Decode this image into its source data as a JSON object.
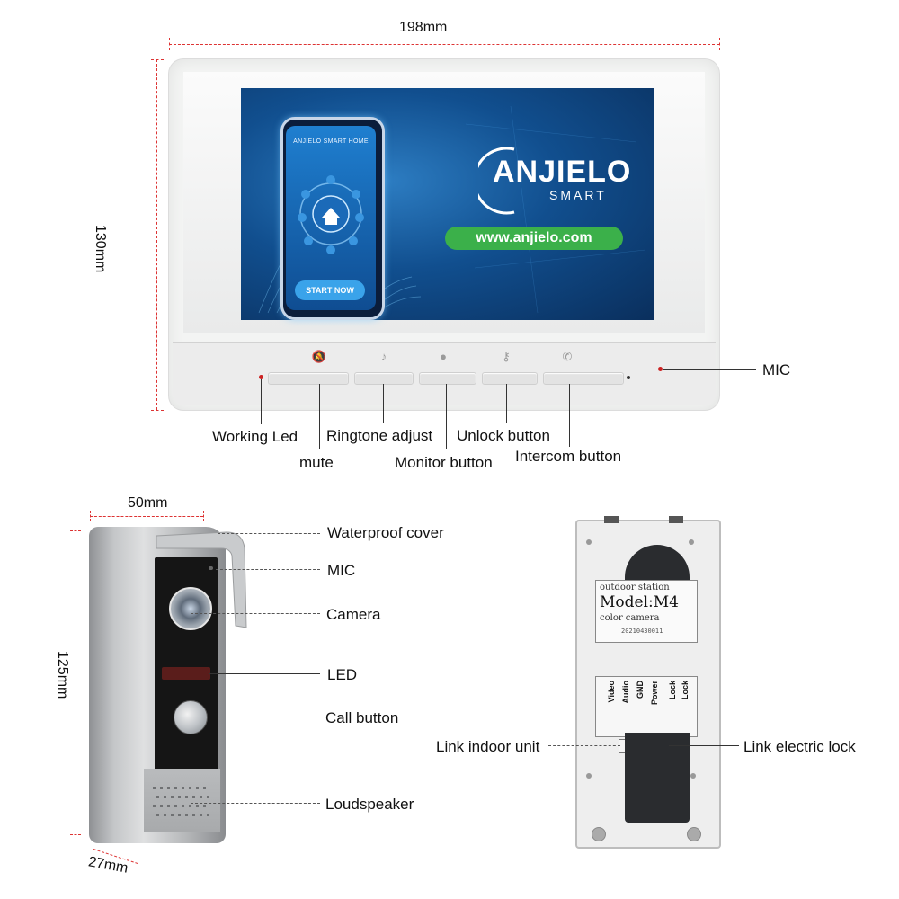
{
  "monitor": {
    "width_label": "198mm",
    "height_label": "130mm",
    "screen": {
      "phone_title": "ANJIELO SMART HOME",
      "start_button": "START NOW",
      "brand_main": "ANJIELO",
      "brand_sub": "SMART",
      "url": "www.anjielo.com"
    },
    "callouts": {
      "mic": "MIC",
      "working_led": "Working Led",
      "mute": "mute",
      "ringtone_adjust": "Ringtone adjust",
      "monitor_button": "Monitor button",
      "unlock_button": "Unlock button",
      "intercom_button": "Intercom button"
    }
  },
  "doorbell": {
    "width_label": "50mm",
    "height_label": "125mm",
    "depth_label": "27mm",
    "callouts": {
      "waterproof_cover": "Waterproof cover",
      "mic": "MIC",
      "camera": "Camera",
      "led": "LED",
      "call_button": "Call button",
      "loudspeaker": "Loudspeaker"
    }
  },
  "back_plate": {
    "label_header": "outdoor station",
    "model": "Model:M4",
    "color_camera": "color camera",
    "serial": "20210430011",
    "terminals": [
      "Video",
      "Audio",
      "GND",
      "Power",
      "Lock",
      "Lock"
    ],
    "callouts": {
      "link_indoor_unit": "Link indoor unit",
      "link_electric_lock": "Link electric lock"
    }
  }
}
